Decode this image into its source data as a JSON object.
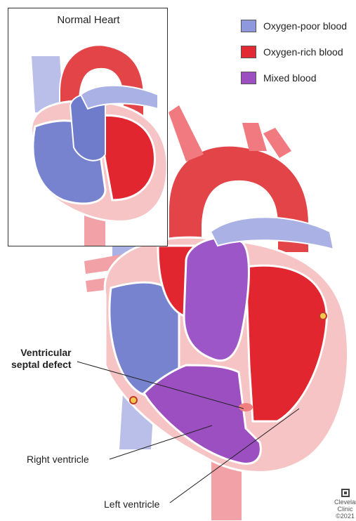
{
  "legend": {
    "items": [
      {
        "label": "Oxygen-poor blood",
        "color": "#8f98dc"
      },
      {
        "label": "Oxygen-rich blood",
        "color": "#e12a34"
      },
      {
        "label": "Mixed blood",
        "color": "#9b4fc1"
      }
    ]
  },
  "inset": {
    "title": "Normal Heart"
  },
  "labels": {
    "vsd_line1": "Ventricular",
    "vsd_line2": "septal defect",
    "right_ventricle": "Right ventricle",
    "left_ventricle": "Left ventricle"
  },
  "logo": {
    "line1": "Clevelar",
    "line2": "Clinic",
    "line3": "©2021"
  }
}
